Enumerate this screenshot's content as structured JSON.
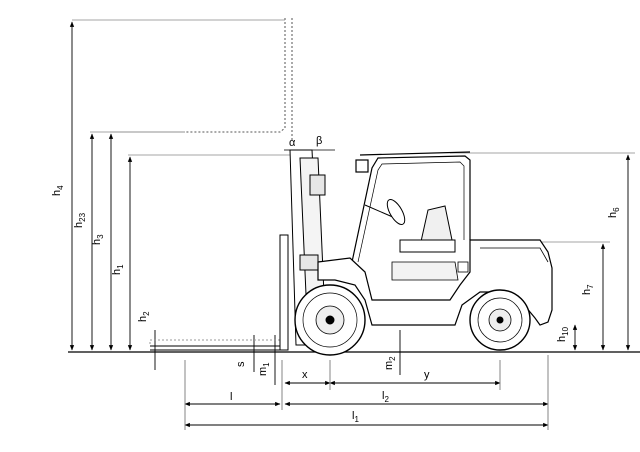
{
  "labels": {
    "h4": {
      "base": "h",
      "sub": "4"
    },
    "h23": {
      "base": "h",
      "sub": "23"
    },
    "h3": {
      "base": "h",
      "sub": "3"
    },
    "h1": {
      "base": "h",
      "sub": "1"
    },
    "h2": {
      "base": "h",
      "sub": "2"
    },
    "h6": {
      "base": "h",
      "sub": "6"
    },
    "h7": {
      "base": "h",
      "sub": "7"
    },
    "h10": {
      "base": "h",
      "sub": "10"
    },
    "s": {
      "base": "s",
      "sub": ""
    },
    "m1": {
      "base": "m",
      "sub": "1"
    },
    "m2": {
      "base": "m",
      "sub": "2"
    },
    "x": {
      "base": "x",
      "sub": ""
    },
    "y": {
      "base": "y",
      "sub": ""
    },
    "l": {
      "base": "l",
      "sub": ""
    },
    "l2": {
      "base": "l",
      "sub": "2"
    },
    "l1": {
      "base": "l",
      "sub": "1"
    },
    "alpha": {
      "base": "α",
      "sub": ""
    },
    "beta": {
      "base": "β",
      "sub": ""
    }
  },
  "colors": {
    "line": "#000000",
    "dim": "#333333",
    "light": "#bdbdbd"
  }
}
